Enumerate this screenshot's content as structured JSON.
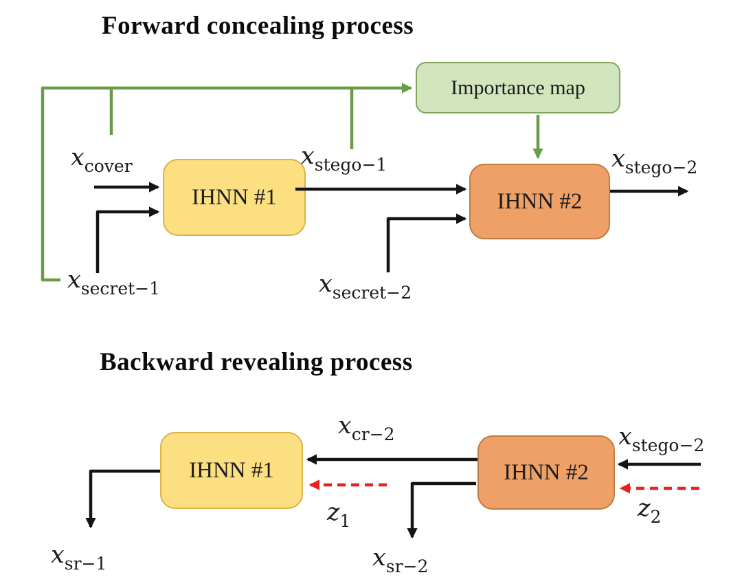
{
  "forward": {
    "title": "Forward concealing process",
    "importance_map_label": "Importance map",
    "ihnn1_label": "IHNN #1",
    "ihnn2_label": "IHNN #2",
    "labels": {
      "cover": {
        "main": "x",
        "sub": "cover"
      },
      "stego1": {
        "main": "x",
        "sub": "stego−1"
      },
      "stego2": {
        "main": "x",
        "sub": "stego−2"
      },
      "secret1": {
        "main": "x",
        "sub": "secret−1"
      },
      "secret2": {
        "main": "x",
        "sub": "secret−2"
      }
    }
  },
  "backward": {
    "title": "Backward revealing process",
    "ihnn1_label": "IHNN #1",
    "ihnn2_label": "IHNN #2",
    "labels": {
      "cr2": {
        "main": "x",
        "sub": "cr−2"
      },
      "stego2": {
        "main": "x",
        "sub": "stego−2"
      },
      "z1": {
        "main": "z",
        "sub": "1"
      },
      "z2": {
        "main": "z",
        "sub": "2"
      },
      "sr1": {
        "main": "x",
        "sub": "sr−1"
      },
      "sr2": {
        "main": "x",
        "sub": "sr−2"
      }
    }
  },
  "colors": {
    "green_line": "#6a9b49",
    "green_box_fill": "#d3e5bd",
    "green_box_border": "#7fa55c",
    "yellow_box_fill": "#fbdf80",
    "yellow_box_border": "#d9b348",
    "orange_box_fill": "#eea066",
    "orange_box_border": "#c07b43",
    "red_dashed": "#e82020",
    "black_line": "#141414"
  }
}
